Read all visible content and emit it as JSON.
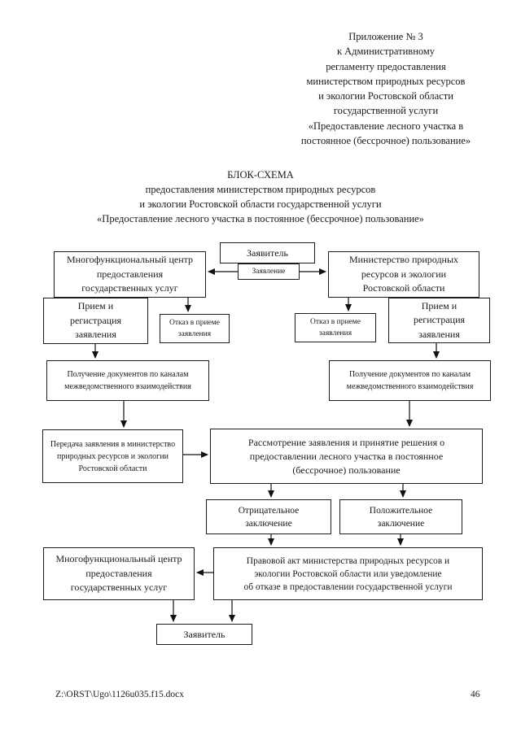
{
  "page": {
    "annex_header": "Приложение № 3\nк Административному\nрегламенту предоставления\nминистерством природных ресурсов\nи экологии Ростовской области\nгосударственной услуги\n«Предоставление лесного участка в\nпостоянное (бессрочное) пользование»",
    "title": "БЛОК-СХЕМА\nпредоставления министерством природных ресурсов\nи экологии Ростовской области государственной услуги\n«Предоставление лесного участка в постоянное (бессрочное) пользование»",
    "footer": {
      "file_path": "Z:\\ORST\\Ugo\\1126u035.f15.docx",
      "page_number": "46"
    }
  },
  "flowchart": {
    "applicant_top": "Заявитель",
    "application_label": "Заявление",
    "mfc_top": "Многофункциональный центр\nпредоставления\nгосударственных услуг",
    "ministry": "Министерство природных\nресурсов и экологии\nРостовской области",
    "reception_left": "Прием и\nрегистрация\nзаявления",
    "reception_right": "Прием и\nрегистрация\nзаявления",
    "refusal_left": "Отказ в приеме\nзаявления",
    "refusal_right": "Отказ в приеме\nзаявления",
    "docs_left": "Получение документов по каналам\nмежведомственного взаимодействия",
    "docs_right": "Получение документов по каналам\nмежведомственного взаимодействия",
    "transfer": "Передача заявления в министерство\nприродных ресурсов и экологии\nРостовской области",
    "consideration": "Рассмотрение заявления и принятие решения о\nпредоставлении лесного участка в постоянное\n(бессрочное) пользование",
    "negative": "Отрицательное\nзаключение",
    "positive": "Положительное\nзаключение",
    "mfc_bottom": "Многофункциональный центр\nпредоставления\nгосударственных услуг",
    "legal_act": "Правовой акт министерства природных ресурсов и\nэкологии Ростовской области или уведомление\nоб отказе в предоставлении государственной услуги",
    "applicant_bottom": "Заявитель"
  }
}
